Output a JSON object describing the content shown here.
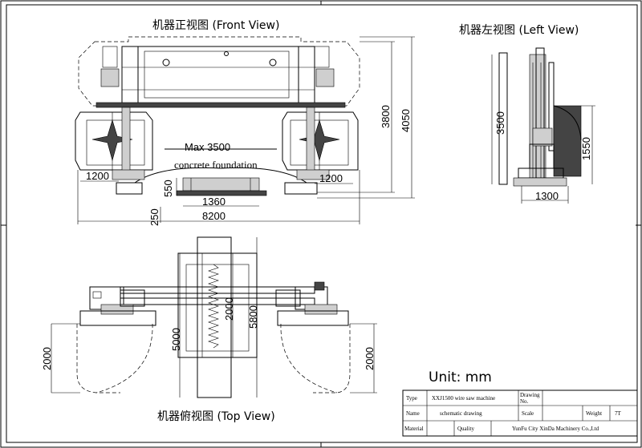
{
  "views": {
    "front_title": "机器正视图 (Front View)",
    "left_title": "机器左视图 (Left View)",
    "top_title": "机器俯视图 (Top View)"
  },
  "front_dims": {
    "max": "Max 3500",
    "foundation": "concrete foundation",
    "left_1200": "1200",
    "right_1200": "1200",
    "h550": "550",
    "w1360": "1360",
    "h250": "250",
    "w8200": "8200",
    "h3800": "3800",
    "h4050": "4050"
  },
  "left_dims": {
    "h3500": "3500",
    "h1550": "1550",
    "w1300": "1300"
  },
  "top_dims": {
    "h2000_left": "2000",
    "h5000": "5000",
    "h2000_mid": "2000",
    "h5800": "5800",
    "h2000_right": "2000"
  },
  "unit": "Unit: mm",
  "title_block": {
    "type_label": "Type",
    "type_value": "XXJ1500 wire saw machine",
    "drawing_no_label_1": "Drawing",
    "drawing_no_label_2": "No.",
    "name_label": "Name",
    "name_value": "schematic drawing",
    "scale_label": "Scale",
    "weight_label": "Weight",
    "weight_value": "7T",
    "material_label": "Material",
    "quality_label": "Quality",
    "company": "YunFu City XinDa Machinery Co.,Ltd"
  }
}
